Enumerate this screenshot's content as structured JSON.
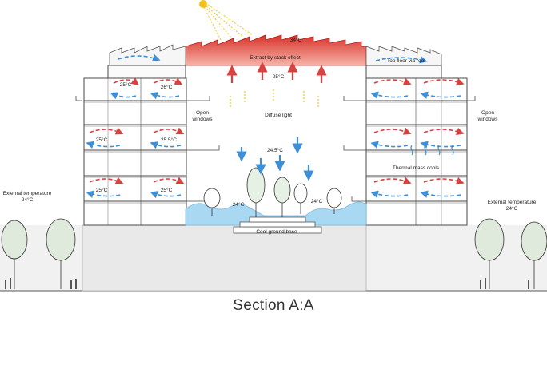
{
  "labels": {
    "roof_temp": "34°C",
    "extract": "Extract by stack effect",
    "top_floor": "Top floor via roof",
    "atrium_upper_temp": "25°C",
    "open_windows_left": "Open\nwindows",
    "open_windows_right": "Open\nwindows",
    "diffuse_light": "Diffuse light",
    "atrium_mid_temp": "24.5°C",
    "thermal_mass": "Thermal mass cools",
    "ground_left_temp": "24°C",
    "ground_right_temp": "24°C",
    "cool_ground": "Cool ground base",
    "ext_left": "External temperature\n24°C",
    "ext_right": "External temperature\n24°C",
    "room_l1a": "25°C",
    "room_l1b": "26°C",
    "room_l2a": "25°C",
    "room_l2b": "25.5°C",
    "room_l3a": "25°C",
    "room_l3b": "25°C"
  },
  "caption": "Section A:A",
  "colors": {
    "warm_arrow": "#d94040",
    "cool_arrow": "#3d8fd8",
    "roof_glass": "#e04a3c",
    "ground_water": "#a9d8f2",
    "sun": "#f2c21b",
    "lines": "#4a4a4a"
  }
}
